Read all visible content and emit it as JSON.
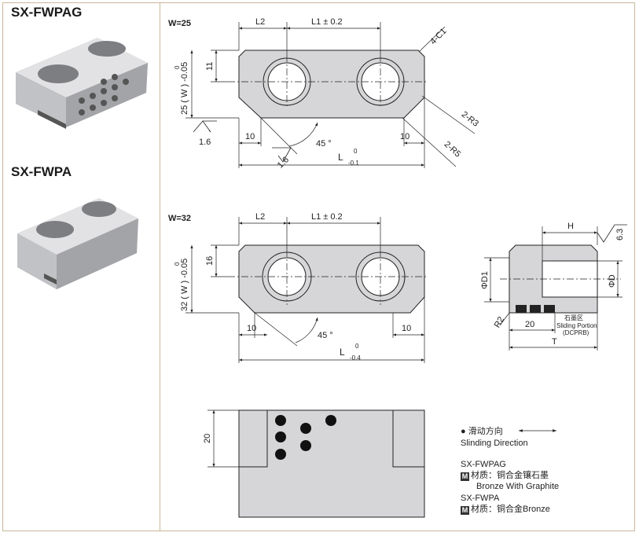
{
  "models": {
    "fwpag": {
      "title": "SX-FWPAG"
    },
    "fwpa": {
      "title": "SX-FWPA"
    }
  },
  "top_view": {
    "variant": "W=25",
    "l2": "L2",
    "l1_tol": "L1 ± 0.2",
    "chamfer": "4-C1",
    "dim_11": "11",
    "width": "25 ( W ) -0.05",
    "width_upper": "0",
    "roughness_1": "1.6",
    "roughness_2": "1.6",
    "dim_10_left": "10",
    "dim_10_right": "10",
    "angle": "45 °",
    "r3": "2-R3",
    "r5": "2-R5",
    "length": "L",
    "length_upper": "0",
    "length_lower": "-0.1"
  },
  "mid_view": {
    "variant": "W=32",
    "l2": "L2",
    "l1_tol": "L1 ± 0.2",
    "dim_16": "16",
    "width": "32 ( W ) -0.05",
    "width_upper": "0",
    "dim_10_left": "10",
    "dim_10_right": "10",
    "angle": "45 °",
    "length": "L",
    "length_upper": "0",
    "length_lower": "-0.4"
  },
  "section_view": {
    "h": "H",
    "roughness": "6.3",
    "d1": "ΦD1",
    "d": "ΦD",
    "r2": "R2",
    "dim_20": "20",
    "t": "T",
    "graphite_cn": "石墨区",
    "sliding_portion": "Sliding Portion",
    "dcprb": "(DCPRB)"
  },
  "bottom_view": {
    "dim_20": "20"
  },
  "legend": {
    "direction_cn": "● 滑动方向",
    "direction_en": "Slinding Direction",
    "fwpag_model": "SX-FWPAG",
    "fwpag_material_cn": "材质：铜合金镶石墨",
    "fwpag_material_en": "Bronze With Graphite",
    "fwpa_model": "SX-FWPA",
    "fwpa_material_cn": "材质：铜合金Bronze",
    "m_icon": "M"
  },
  "colors": {
    "part_fill": "#d6d6d8",
    "border": "#c8b89a",
    "line": "#222222"
  }
}
